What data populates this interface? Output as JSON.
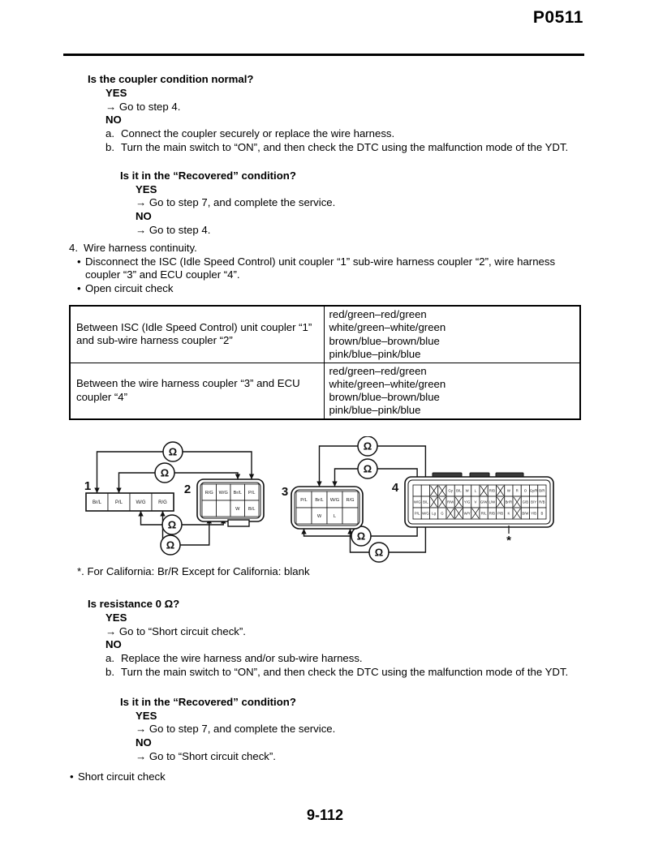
{
  "header": {
    "code": "P0511"
  },
  "footer": {
    "page_number": "9-112"
  },
  "glyphs": {
    "bullet": "•"
  },
  "coupler_question": {
    "question": "Is the coupler condition normal?",
    "yes_label": "YES",
    "yes_action": "→ Go to step 4.",
    "no_label": "NO",
    "steps": [
      {
        "letter": "a.",
        "text": "Connect the coupler securely or replace the wire harness."
      },
      {
        "letter": "b.",
        "text": "Turn the main switch to “ON”, and then check the DTC using the malfunction mode of the YDT."
      }
    ]
  },
  "recovered_question_1": {
    "question": "Is it in the “Recovered” condition?",
    "yes_label": "YES",
    "yes_action": "→ Go to step 7, and complete the service.",
    "no_label": "NO",
    "no_action": "→ Go to step 4."
  },
  "step4": {
    "number": "4.",
    "title": "Wire harness continuity.",
    "bullet1": "Disconnect the ISC (Idle Speed Control) unit coupler “1” sub-wire harness coupler “2”, wire harness coupler “3” and ECU coupler “4”.",
    "bullet2": "Open circuit check"
  },
  "continuity_table": {
    "rows": [
      {
        "location": "Between ISC (Idle Speed Control) unit coupler “1” and sub-wire harness coupler “2”",
        "wires": [
          "red/green–red/green",
          "white/green–white/green",
          "brown/blue–brown/blue",
          "pink/blue–pink/blue"
        ]
      },
      {
        "location": "Between the wire harness coupler “3” and ECU coupler “4”",
        "wires": [
          "red/green–red/green",
          "white/green–white/green",
          "brown/blue–brown/blue",
          "pink/blue–pink/blue"
        ]
      }
    ]
  },
  "diagram": {
    "ohm_symbol": "Ω",
    "star_symbol": "*",
    "note": "*. For California: Br/R Except for California: blank",
    "left": {
      "label1": "1",
      "label2": "2",
      "coupler1_pins": [
        "Br/L",
        "P/L",
        "W/G",
        "R/G"
      ],
      "coupler2_top": [
        "R/G",
        "W/G",
        "Br/L",
        "P/L"
      ],
      "coupler2_bottom": [
        "",
        "",
        "W",
        "B/L"
      ]
    },
    "right": {
      "label3": "3",
      "label4": "4",
      "coupler3_top": [
        "P/L",
        "Br/L",
        "W/G",
        "R/G"
      ],
      "coupler3_bottom": [
        "",
        "W",
        "L",
        ""
      ],
      "coupler4_rows": [
        [
          "",
          "",
          "X",
          "X",
          "Gy",
          "B/L",
          "W",
          "L",
          "X",
          "R/B",
          "X",
          "W",
          "R",
          "O",
          "Gy/R",
          "B/R"
        ],
        [
          "W/G",
          "B/L",
          "X",
          "X",
          "R/W",
          "X",
          "Y/G",
          "V",
          "G/W",
          "L/W",
          "X",
          "Br/R",
          "X",
          "G/B",
          "B/Y",
          "R/B"
        ],
        [
          "P/L",
          "W/G",
          "Lg",
          "G",
          "X",
          "X",
          "W/Y",
          "X",
          "R/L",
          "R/B",
          "P/B",
          "K",
          "X",
          "B/W",
          "Y/B",
          "B"
        ]
      ]
    }
  },
  "resistance_question": {
    "question": "Is resistance 0 Ω?",
    "yes_label": "YES",
    "yes_action": "→ Go to “Short circuit check”.",
    "no_label": "NO",
    "steps": [
      {
        "letter": "a.",
        "text": "Replace the wire harness and/or sub-wire harness."
      },
      {
        "letter": "b.",
        "text": "Turn the main switch to “ON”, and then check the DTC using the malfunction mode of the YDT."
      }
    ]
  },
  "recovered_question_2": {
    "question": "Is it in the “Recovered” condition?",
    "yes_label": "YES",
    "yes_action": "→ Go to step 7, and complete the service.",
    "no_label": "NO",
    "no_action": "→ Go to “Short circuit check”."
  },
  "short_circuit_bullet": "Short circuit check"
}
